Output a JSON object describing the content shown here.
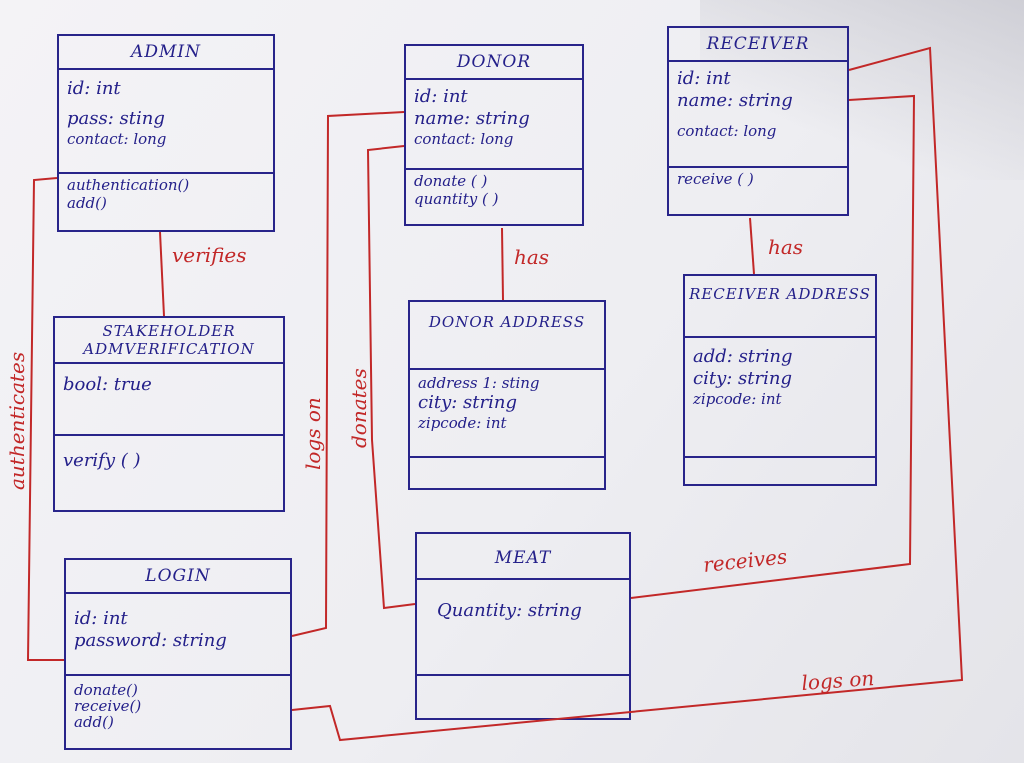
{
  "classes": {
    "admin": {
      "name": "ADMIN",
      "attributes": [
        "id: int",
        "pass: sting",
        "contact: long"
      ],
      "methods": [
        "authentication()",
        "add()"
      ]
    },
    "donor": {
      "name": "DONOR",
      "attributes": [
        "id: int",
        "name: string",
        "contact: long"
      ],
      "methods": [
        "donate ( )",
        "quantity ( )"
      ]
    },
    "receiver": {
      "name": "RECEIVER",
      "attributes": [
        "id: int",
        "name: string",
        "contact: long"
      ],
      "methods": [
        "receive ( )"
      ]
    },
    "stakeholder": {
      "name": "STAKEHOLDER ADMVERIFICATION",
      "attributes": [
        "bool: true"
      ],
      "methods": [
        "verify ( )"
      ]
    },
    "donor_address": {
      "name": "DONOR ADDRESS",
      "attributes": [
        "address 1: sting",
        "city: string",
        "zipcode: int"
      ],
      "methods": []
    },
    "receiver_address": {
      "name": "RECEIVER ADDRESS",
      "attributes": [
        "add: string",
        "city: string",
        "zipcode: int"
      ],
      "methods": []
    },
    "login": {
      "name": "LOGIN",
      "attributes": [
        "id: int",
        "password: string"
      ],
      "methods": [
        "donate()",
        "receive()",
        "add()"
      ]
    },
    "meat": {
      "name": "MEAT",
      "attributes": [
        "Quantity: string"
      ],
      "methods": []
    }
  },
  "relations": {
    "verifies": "verifies",
    "donor_has": "has",
    "receiver_has": "has",
    "authenticates": "authenticates",
    "logs_on_left": "logs on",
    "donates": "donates",
    "receives": "receives",
    "logs_on_bottom": "logs on"
  },
  "colors": {
    "ink_blue": "#28248a",
    "ink_red": "#c22828",
    "paper": "#efeff3"
  }
}
